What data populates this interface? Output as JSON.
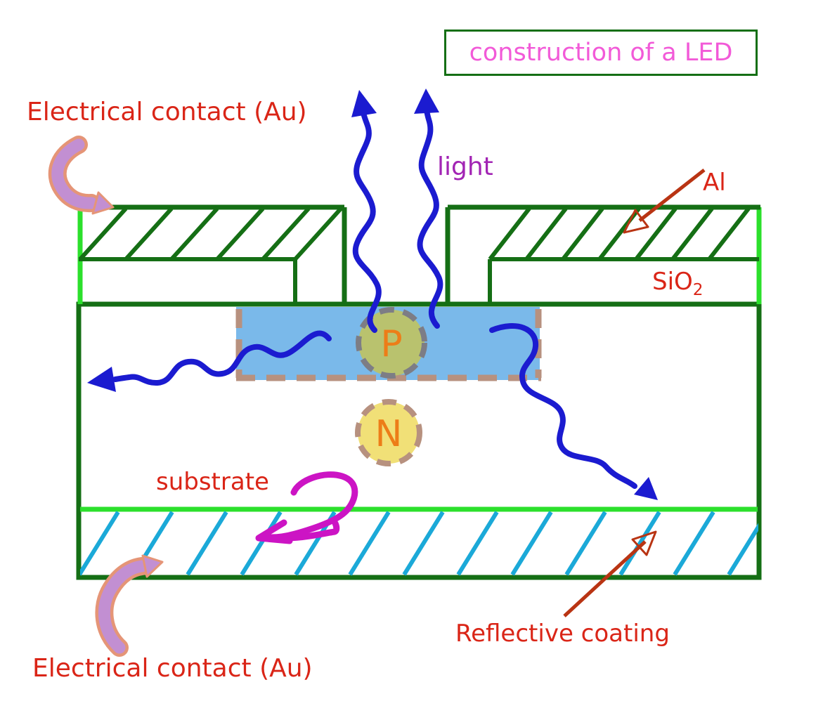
{
  "title": "construction of a LED",
  "labels": {
    "electrical_contact_top": "Electrical contact (Au)",
    "light": "light",
    "al": "Al",
    "sio2_base": "SiO",
    "sio2_sub": "2",
    "substrate": "substrate",
    "reflective_coating": "Reflective coating",
    "electrical_contact_bottom": "Electrical contact (Au)",
    "p_region": "P",
    "n_region": "N"
  },
  "colors": {
    "dark_green": "#156f15",
    "bright_green": "#2ce02c",
    "cyan": "#1ba9d8",
    "blue": "#1b1bd0",
    "light_blue": "#7ab9ea",
    "olive": "#b9c26e",
    "yellow": "#f1e077",
    "orange": "#ed7d18",
    "red": "#da2517",
    "brick": "#b93413",
    "magenta": "#f25ad8",
    "purple": "#a224b4",
    "scribble_magenta": "#cc14c4",
    "arrow_purple": "#c28fd2",
    "arrow_salmon": "#e59577",
    "dash_gray": "#7d7d85",
    "dash_rosybrown": "#b7917f"
  }
}
